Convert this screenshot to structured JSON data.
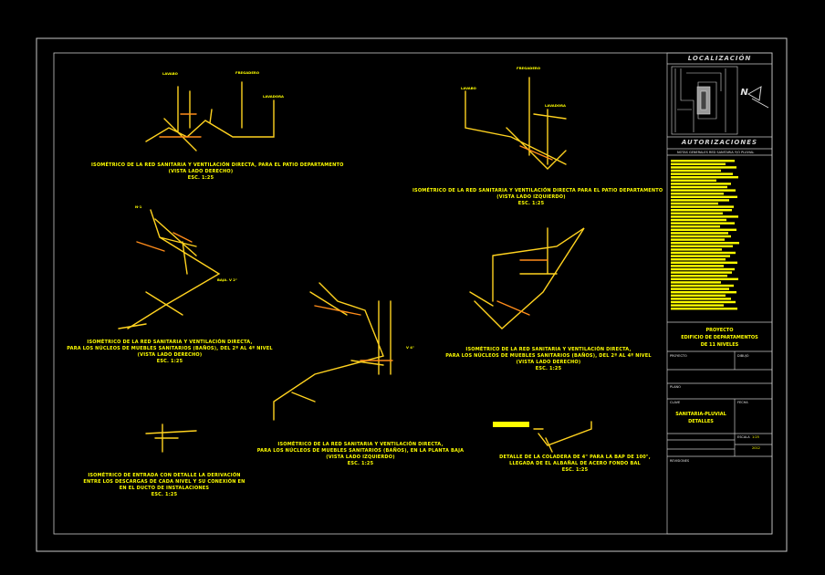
{
  "drawing": {
    "details": [
      {
        "id": "d1",
        "lines": [
          "ISOMÉTRICO DE LA RED SANITARIA Y VENTILACIÓN DIRECTA, PARA EL PATIO DEPARTAMENTO",
          "(VISTA LADO DERECHO)",
          "ESC. 1:25"
        ]
      },
      {
        "id": "d2",
        "lines": [
          "ISOMÉTRICO DE LA RED SANITARIA Y VENTILACIÓN DIRECTA PARA EL PATIO DEPARTAMENTO",
          "(VISTA LADO IZQUIERDO)",
          "ESC. 1:25"
        ]
      },
      {
        "id": "d3",
        "lines": [
          "ISOMÉTRICO DE LA RED SANITARIA Y VENTILACIÓN DIRECTA,",
          "PARA LOS NÚCLEOS DE MUEBLES SANITARIOS (BAÑOS), DEL 2º AL 4º NIVEL",
          "(VISTA LADO DERECHO)",
          "ESC. 1:25"
        ]
      },
      {
        "id": "d4",
        "lines": [
          "ISOMÉTRICO DE LA RED SANITARIA Y VENTILACIÓN DIRECTA,",
          "PARA LOS NÚCLEOS DE MUEBLES SANITARIOS (BAÑOS), DEL 2º AL 4º NIVEL",
          "(VISTA LADO DERECHO)",
          "ESC. 1:25"
        ]
      },
      {
        "id": "d5",
        "lines": [
          "ISOMÉTRICO DE LA RED SANITARIA Y VENTILACIÓN DIRECTA,",
          "PARA LOS NÚCLEOS DE MUEBLES SANITARIOS (BAÑOS), EN LA PLANTA BAJA",
          "(VISTA LADO IZQUIERDO)",
          "ESC. 1:25"
        ]
      },
      {
        "id": "d6",
        "lines": [
          "ISOMÉTRICO DE ENTRADA CON DETALLE LA DERIVACIÓN",
          "ENTRE LOS DESCARGAS DE CADA NIVEL Y SU CONEXIÓN EN",
          "EN EL DUCTO DE INSTALACIONES",
          "ESC. 1:25"
        ]
      },
      {
        "id": "d7",
        "lines": [
          "DETALLE DE LA COLADERA DE 4\" PARA LA BAP DE 100\",",
          "LLEGADA DE EL ALBAÑAL DE ACERO FONDO BAL",
          "ESC. 1:25"
        ]
      }
    ],
    "pipe_labels": {
      "lavabo": "LAVABO",
      "fregadero": "FREGADERO",
      "lavadora": "LAVADORA",
      "bajada": "BAJA. V 2\"",
      "v4": "V 4\"",
      "n1": "N-1"
    }
  },
  "title_block": {
    "localizacion": "LOCALIZACIÓN",
    "north": "N",
    "autorizaciones": "AUTORIZACIONES",
    "notas_header": "NOTAS GENERALES RED SANITARIA Y/O PLUVIAL",
    "proyecto_lines": [
      "PROYECTO",
      "EDIFICIO DE DEPARTAMENTOS",
      "DE 11 NIVELES"
    ],
    "fields": {
      "proyecto": "PROYECTO",
      "dibujo": "DIBUJÓ",
      "plano": "PLANO",
      "clave": "CLAVE",
      "escala": "ESCALA",
      "fecha": "FECHA",
      "revisiones": "REVISIONES"
    },
    "plano_title": [
      "SANITARIA-PLUVIAL",
      "DETALLES"
    ],
    "small_info": "ESCALA",
    "fecha_value": "2012",
    "escala_value": "1:25"
  }
}
